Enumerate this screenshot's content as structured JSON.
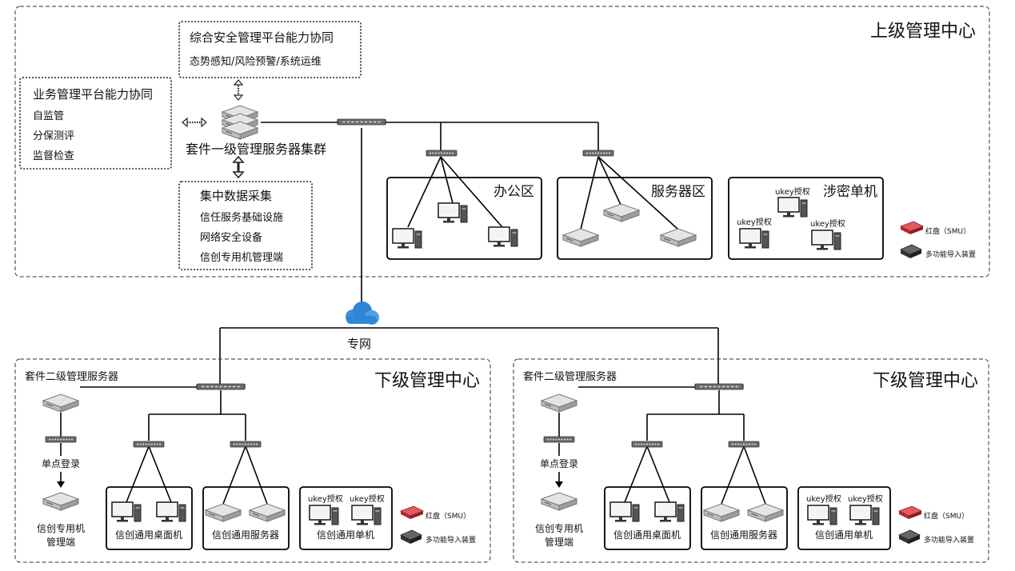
{
  "upper": {
    "title": "上级管理中心",
    "business_box": {
      "title": "业务管理平台能力协同",
      "items": [
        "自监管",
        "分保测评",
        "监督检查"
      ]
    },
    "security_box": {
      "title": "综合安全管理平台能力协同",
      "subtitle": "态势感知/风险预警/系统运维"
    },
    "server_cluster_label": "套件一级管理服务器集群",
    "data_box": {
      "title": "集中数据采集",
      "items": [
        "信任服务基础设施",
        "网络安全设备",
        "信创专用机管理端"
      ]
    },
    "office_zone": "办公区",
    "server_zone": "服务器区",
    "secret_zone": {
      "title": "涉密单机",
      "ukey_labels": [
        "ukey授权",
        "ukey授权",
        "ukey授权"
      ]
    },
    "legend": {
      "red_disk": "红盘（SMU）",
      "import_device": "多功能导入装置"
    }
  },
  "network_label": "专网",
  "lower": [
    {
      "title": "下级管理中心",
      "server_label": "套件二级管理服务器",
      "sso_label": "单点登录",
      "mgmt_label_line1": "信创专用机",
      "mgmt_label_line2": "管理端",
      "desktop_box": "信创通用桌面机",
      "server_box": "信创通用服务器",
      "single_box": "信创通用单机",
      "ukey_labels": [
        "ukey授权",
        "ukey授权"
      ],
      "legend": {
        "red_disk": "红盘（SMU）",
        "import_device": "多功能导入装置"
      }
    },
    {
      "title": "下级管理中心",
      "server_label": "套件二级管理服务器",
      "sso_label": "单点登录",
      "mgmt_label_line1": "信创专用机",
      "mgmt_label_line2": "管理端",
      "desktop_box": "信创通用桌面机",
      "server_box": "信创通用服务器",
      "single_box": "信创通用单机",
      "ukey_labels": [
        "ukey授权",
        "ukey授权"
      ],
      "legend": {
        "red_disk": "红盘（SMU）",
        "import_device": "多功能导入装置"
      }
    }
  ],
  "colors": {
    "line": "#000000",
    "device_light": "#d9d9d9",
    "device_dark": "#5a5a5a",
    "cloud": "#2f86d6",
    "red_disk": "#c8333a"
  }
}
